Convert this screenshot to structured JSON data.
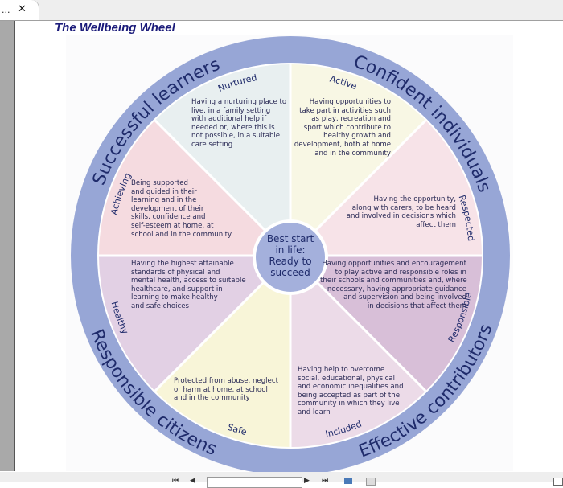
{
  "tab": {
    "title": "...",
    "close_icon": "✕"
  },
  "document": {
    "title": "The Wellbeing Wheel"
  },
  "wheel": {
    "center": {
      "lines": [
        "Best start",
        "in life:",
        "Ready to",
        "succeed"
      ]
    },
    "outer_labels": [
      {
        "id": "successful-learners",
        "text": "Successful learners"
      },
      {
        "id": "confident-individuals",
        "text": "Confident individuals"
      },
      {
        "id": "effective-contributors",
        "text": "Effective contributors"
      },
      {
        "id": "responsible-citizens",
        "text": "Responsible citizens"
      }
    ],
    "segments": [
      {
        "id": "nurtured",
        "label": "Nurtured",
        "color": "#f8f7e4",
        "lines": [
          "Having a nurturing place to",
          "live, in a family setting",
          "with additional help if",
          "needed or, where this is",
          "not possible, in a suitable",
          "care setting"
        ]
      },
      {
        "id": "active",
        "label": "Active",
        "color": "#f7e3e8",
        "lines": [
          "Having opportunities to",
          "take part in activities such",
          "as play, recreation and",
          "sport which contribute to",
          "healthy growth and",
          "development, both at home",
          "and in the community"
        ]
      },
      {
        "id": "respected",
        "label": "Respected",
        "color": "#d8bfd8",
        "lines": [
          "Having the opportunity,",
          "along with carers, to be heard",
          "and involved in decisions which",
          "affect them"
        ]
      },
      {
        "id": "responsible",
        "label": "Responsible",
        "color": "#ecdbe8",
        "lines": [
          "Having opportunities and encouragement",
          "to play active and responsible roles in",
          "their schools and communities and, where",
          "necessary, having appropriate guidance",
          "and supervision and being involved",
          "in decisions that affect them"
        ]
      },
      {
        "id": "included",
        "label": "Included",
        "color": "#f8f5d8",
        "lines": [
          "Having help to overcome",
          "social, educational, physical",
          "and economic inequalities and",
          "being accepted as part of the",
          "community in which they live",
          "and learn"
        ]
      },
      {
        "id": "safe",
        "label": "Safe",
        "color": "#e2d0e4",
        "lines": [
          "Protected from abuse, neglect",
          "or harm at home, at school",
          "and in the community"
        ]
      },
      {
        "id": "healthy",
        "label": "Healthy",
        "color": "#f5dbe0",
        "lines": [
          "Having the highest attainable",
          "standards of physical and",
          "mental health, access to suitable",
          "healthcare, and support in",
          "learning to make healthy",
          "and safe choices"
        ]
      },
      {
        "id": "achieving",
        "label": "Achieving",
        "color": "#e8eff0",
        "lines": [
          "Being supported",
          "and guided in their",
          "learning and in the",
          "development of their",
          "skills, confidence and",
          "self-esteem at home, at",
          "school and in the community"
        ]
      }
    ],
    "colors": {
      "ring": "#97a6d6",
      "ring_text": "#1f2b6b",
      "center": "#a4b0dc",
      "text": "#2a2a55"
    }
  },
  "toolbar": {
    "first_page": "⏮",
    "prev_page": "◀",
    "next_page": "▶",
    "last_page": "⏭",
    "page_value": ""
  }
}
